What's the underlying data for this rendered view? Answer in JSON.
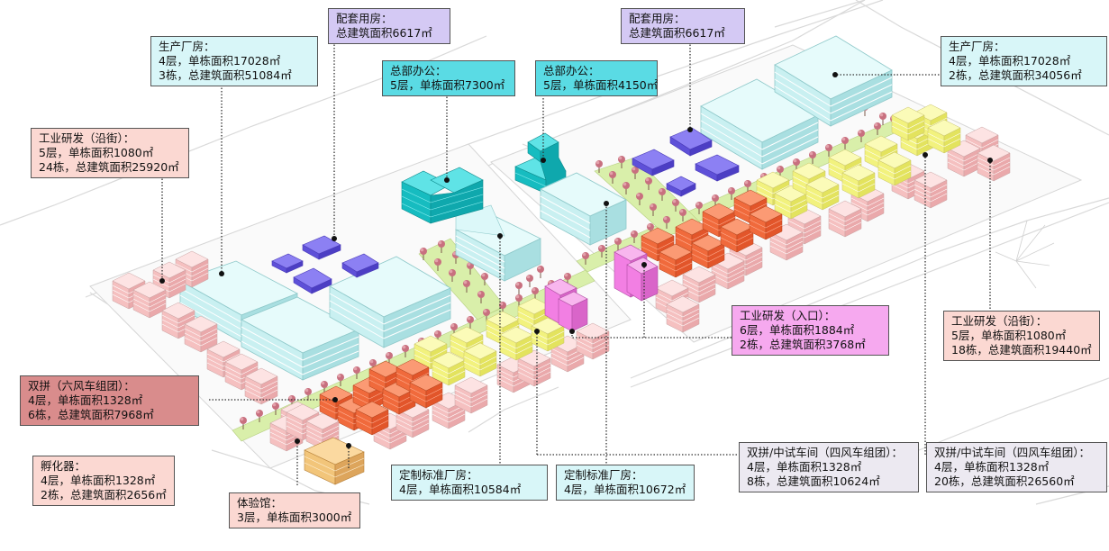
{
  "labels": {
    "peitao_a": {
      "title": "配套用房：",
      "lines": [
        "总建筑面积6617㎡"
      ]
    },
    "peitao_b": {
      "title": "配套用房：",
      "lines": [
        "总建筑面积6617㎡"
      ]
    },
    "shengchan_left": {
      "title": "生产厂房：",
      "lines": [
        "4层，单栋面积17028㎡",
        "3栋，总建筑面积51084㎡"
      ]
    },
    "shengchan_right": {
      "title": "生产厂房：",
      "lines": [
        "4层，单栋面积17028㎡",
        "2栋，总建筑面积34056㎡"
      ]
    },
    "zongbu_a": {
      "title": "总部办公：",
      "lines": [
        "5层，单栋面积7300㎡"
      ]
    },
    "zongbu_b": {
      "title": "总部办公：",
      "lines": [
        "5层，单栋面积4150㎡"
      ]
    },
    "yanfa_left": {
      "title": "工业研发（沿街）：",
      "lines": [
        "5层，单栋面积1080㎡",
        "24栋，总建筑面积25920㎡"
      ]
    },
    "yanfa_right": {
      "title": "工业研发（沿街）：",
      "lines": [
        "5层，单栋面积1080㎡",
        "18栋，总建筑面积19440㎡"
      ]
    },
    "yanfa_entry": {
      "title": "工业研发（入口）：",
      "lines": [
        "6层，单栋面积1884㎡",
        "2栋，总建筑面积3768㎡"
      ]
    },
    "shuangpin_six": {
      "title": "双拼（六风车组团）：",
      "lines": [
        "4层，单栋面积1328㎡",
        "6栋，总建筑面积7968㎡"
      ]
    },
    "fuhua": {
      "title": "孵化器：",
      "lines": [
        "4层，单栋面积1328㎡",
        "2栋，总建筑面积2656㎡"
      ]
    },
    "tiyan": {
      "title": "体验馆：",
      "lines": [
        "3层，单栋面积3000㎡"
      ]
    },
    "dingzhi_a": {
      "title": "定制标准厂房：",
      "lines": [
        "4层，单栋面积10584㎡"
      ]
    },
    "dingzhi_b": {
      "title": "定制标准厂房：",
      "lines": [
        "4层，单栋面积10672㎡"
      ]
    },
    "shuangpin_four_a": {
      "title": "双拼/中试车间（四风车组团）：",
      "lines": [
        "4层，单栋面积1328㎡",
        "8栋，总建筑面积10624㎡"
      ]
    },
    "shuangpin_four_b": {
      "title": "双拼/中试车间（四风车组团）：",
      "lines": [
        "4层，单栋面积1328㎡",
        "20栋，总建筑面积26560㎡"
      ]
    }
  },
  "colors": {
    "cyan_building": "#c9f3f4",
    "purple_building": "#7c6ef0",
    "teal_building": "#17c4c8",
    "pink_building": "#f8c7c7",
    "yellow_building": "#f4f590",
    "orange_building": "#f06a3c",
    "magenta_building": "#f27fe3",
    "tan_building": "#f2c57a",
    "green_strip": "#d9efaa",
    "tree": "#c8707f"
  }
}
